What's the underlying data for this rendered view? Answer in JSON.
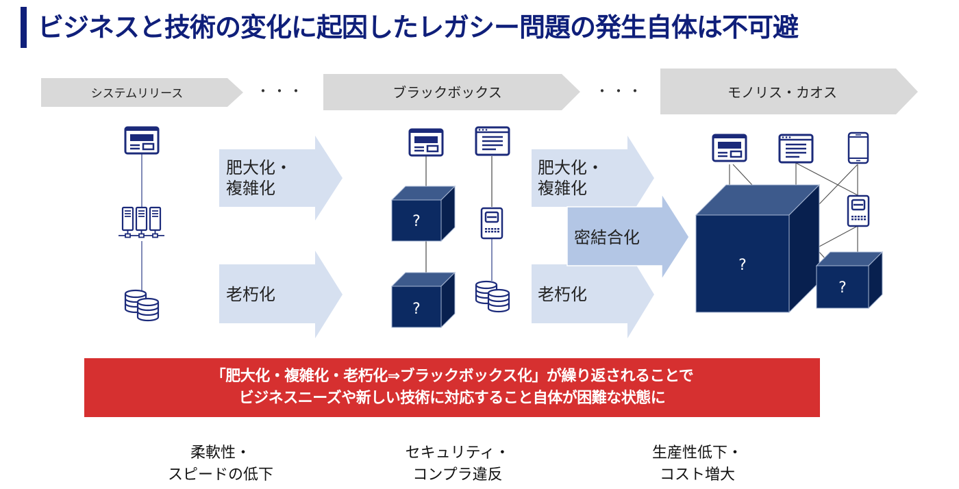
{
  "title": "ビジネスと技術の変化に起因したレガシー問題の発生自体は不可避",
  "colors": {
    "title": "#0f1f7a",
    "phase_arrow": "#d9d9d9",
    "process_arrow": "#d6e0f0",
    "coupling_arrow": "#b3c6e5",
    "cube_front": "#0c2a62",
    "cube_top": "#3d5a8c",
    "cube_side": "#08204f",
    "icon": "#1b2a7a",
    "banner": "#d63030"
  },
  "phases": [
    {
      "label": "システムリリース"
    },
    {
      "label": "ブラックボックス"
    },
    {
      "label": "モノリス・カオス"
    }
  ],
  "ellipsis": "・・・",
  "process_arrows": {
    "bloat_line1": "肥大化・",
    "bloat_line2": "複雑化",
    "aging": "老朽化",
    "coupling": "密結合化"
  },
  "unknown_mark": "?",
  "banner": {
    "line1": "「肥大化・複雑化・老朽化⇒ブラックボックス化」が繰り返されることで",
    "line2": "ビジネスニーズや新しい技術に対応すること自体が困難な状態に"
  },
  "impacts": [
    {
      "line1": "柔軟性・",
      "line2": "スピードの低下"
    },
    {
      "line1": "セキュリティ・",
      "line2": "コンプラ違反"
    },
    {
      "line1": "生産性低下・",
      "line2": "コスト増大"
    }
  ]
}
